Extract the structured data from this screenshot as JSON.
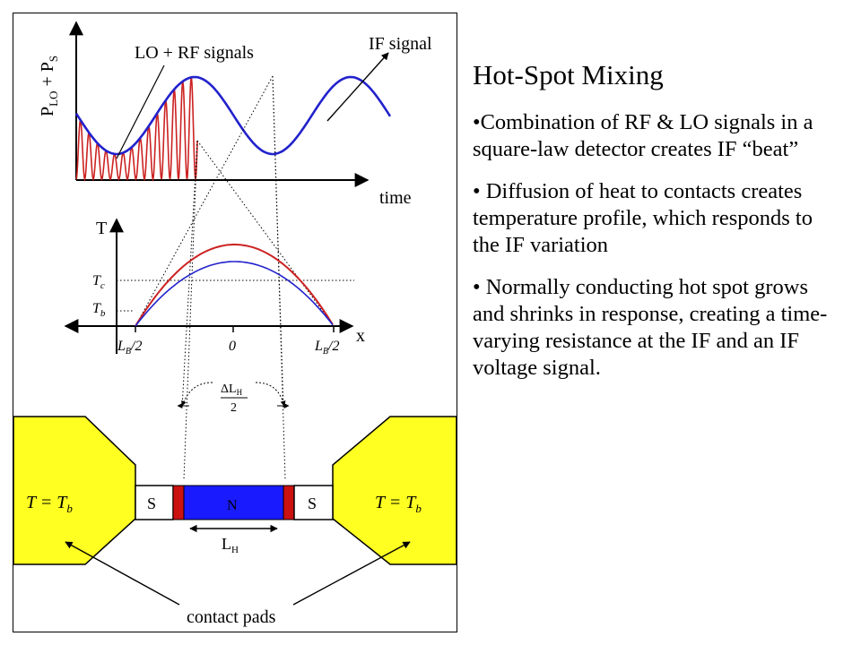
{
  "slide": {
    "title": "Hot-Spot Mixing",
    "bullets": [
      "•Combination of RF & LO signals in a square-law detector creates IF “beat”",
      "• Diffusion of heat to contacts creates temperature profile, which responds to the IF variation",
      "• Normally conducting hot spot grows and shrinks in response, creating a time-varying resistance at the IF and an IF voltage signal."
    ]
  },
  "diagram": {
    "top_plot": {
      "y_label_main": "P",
      "y_label_sub1": "LO",
      "y_label_mid": " + P",
      "y_label_sub2": "S",
      "x_label": "time",
      "annotation_lo_rf": "LO + RF signals",
      "annotation_if": "IF signal"
    },
    "mid_plot": {
      "y_label": "T",
      "x_label": "x",
      "tc_label": "T",
      "tc_sub": "c",
      "tb_label": "T",
      "tb_sub": "b",
      "left_tick": "L",
      "left_tick_sub": "B",
      "left_tick_rest": "/2",
      "center_tick": "0",
      "right_tick": "L",
      "right_tick_sub": "B",
      "right_tick_rest": "/2"
    },
    "delta_label": "ΔL",
    "delta_sub": "H",
    "delta_den": "2",
    "device": {
      "left_pad_label": "T = T",
      "left_pad_sub": "b",
      "right_pad_label": "T = T",
      "right_pad_sub": "b",
      "s_left": "S",
      "n_label": "N",
      "s_right": "S",
      "lh_label": "L",
      "lh_sub": "H",
      "contact_pads": "contact pads"
    },
    "colors": {
      "red_curve": "#cc2222",
      "blue_curve": "#2222cc",
      "pad_yellow": "#ffff22",
      "n_blue": "#1a1aff",
      "contact_red": "#cc1111"
    }
  }
}
